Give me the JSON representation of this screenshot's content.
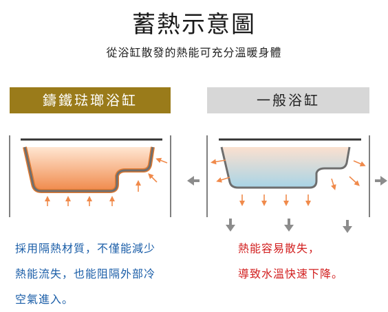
{
  "title": "蓄熱示意圖",
  "subtitle": "從浴缸散發的熱能可充分溫暖身體",
  "left_panel": {
    "label": "鑄鐵琺瑯浴缸",
    "description_lines": [
      "採用隔熱材質，不僅能減少",
      "熱能流失，也能阻隔外部冷",
      "空氣進入。"
    ]
  },
  "right_panel": {
    "label": "一般浴缸",
    "description_lines": [
      "熱能容易散失，",
      "導致水溫快速下降。"
    ]
  },
  "colors": {
    "cast_iron_label": "#9a7b1a",
    "general_label": "#d7d7d7",
    "left_text": "#1b5ea8",
    "right_text": "#d21f1f",
    "heat_arrow": "#f08a4b",
    "escape_arrow": "#8c8c8c"
  }
}
